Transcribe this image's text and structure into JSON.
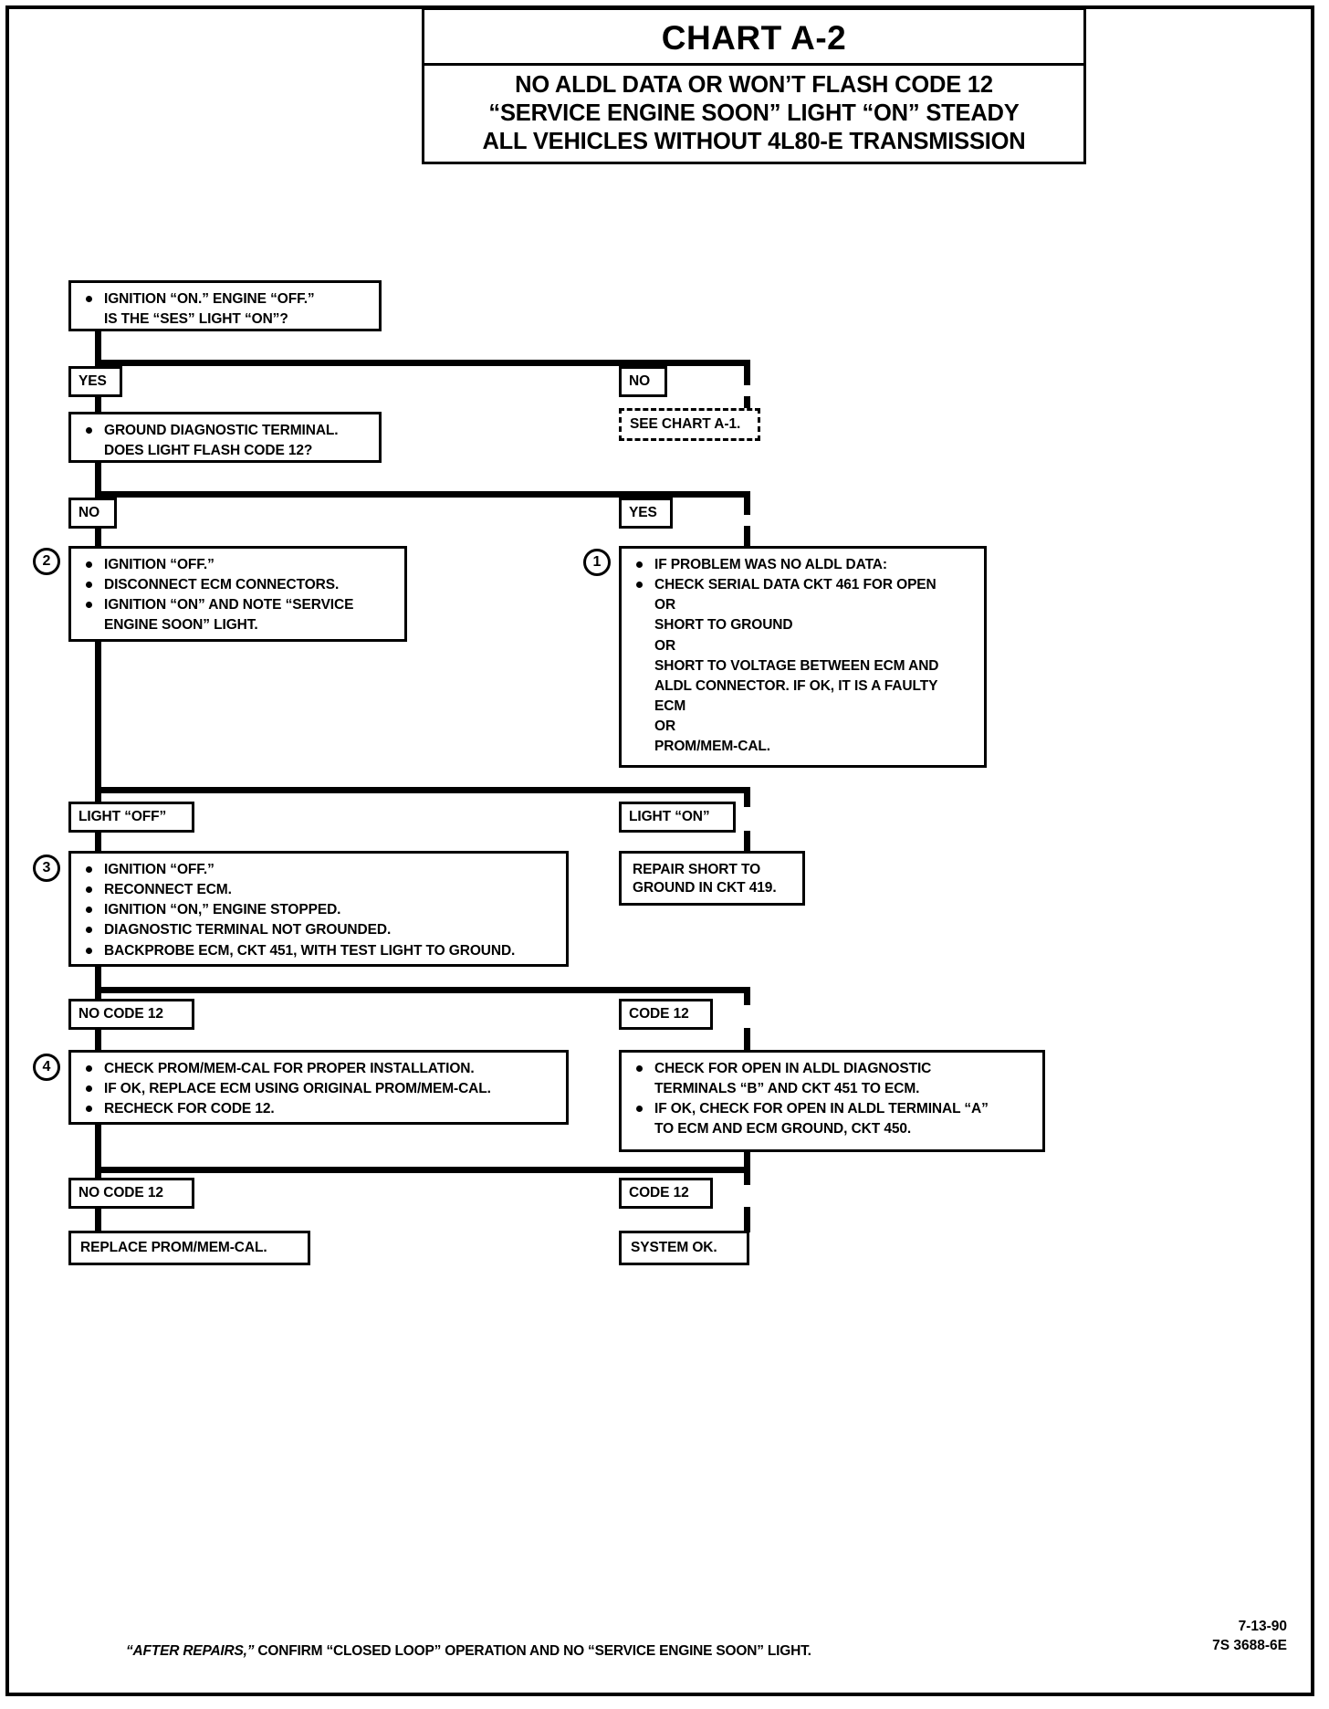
{
  "chart": {
    "title": "CHART A-2",
    "subtitle_lines": [
      "NO ALDL DATA OR WON’T FLASH CODE 12",
      "“SERVICE ENGINE SOON” LIGHT “ON” STEADY",
      "ALL VEHICLES WITHOUT 4L80-E TRANSMISSION"
    ]
  },
  "steps": {
    "q1": {
      "lines": [
        "IGNITION “ON.”  ENGINE “OFF.”",
        "IS THE “SES” LIGHT “ON”?"
      ]
    },
    "q2": {
      "lines": [
        "GROUND DIAGNOSTIC TERMINAL.",
        "DOES LIGHT FLASH CODE 12?"
      ]
    },
    "see_chart": {
      "text": "SEE CHART A-1."
    },
    "box2": {
      "number": "2",
      "bullets": [
        "IGNITION “OFF.”",
        "DISCONNECT ECM CONNECTORS.",
        "IGNITION “ON” AND NOTE “SERVICE"
      ],
      "cont": "ENGINE SOON” LIGHT."
    },
    "box1": {
      "number": "1",
      "bullets": [
        "IF PROBLEM WAS NO ALDL DATA:",
        "CHECK SERIAL DATA CKT 461 FOR OPEN"
      ],
      "cont_lines": [
        "OR",
        "SHORT TO GROUND",
        "OR",
        "SHORT TO VOLTAGE BETWEEN ECM AND",
        "ALDL CONNECTOR.  IF OK, IT IS A FAULTY",
        "ECM",
        "OR",
        "PROM/MEM-CAL."
      ]
    },
    "box3": {
      "number": "3",
      "bullets": [
        "IGNITION “OFF.”",
        "RECONNECT ECM.",
        "IGNITION “ON,” ENGINE STOPPED.",
        "DIAGNOSTIC TERMINAL NOT GROUNDED.",
        "BACKPROBE ECM, CKT 451, WITH TEST LIGHT TO GROUND."
      ]
    },
    "repair_short": {
      "lines": [
        "REPAIR SHORT TO",
        "GROUND IN CKT 419."
      ]
    },
    "box4": {
      "number": "4",
      "bullets": [
        "CHECK PROM/MEM-CAL FOR PROPER INSTALLATION.",
        "IF OK, REPLACE ECM USING ORIGINAL PROM/MEM-CAL.",
        "RECHECK FOR CODE 12."
      ]
    },
    "box_code12": {
      "bullets": [
        "CHECK FOR OPEN IN ALDL DIAGNOSTIC",
        "IF OK, CHECK FOR OPEN IN ALDL TERMINAL “A”"
      ],
      "cont1": "TERMINALS “B” AND CKT 451 TO ECM.",
      "cont2": "TO ECM AND ECM GROUND, CKT 450."
    },
    "replace_prom": {
      "text": "REPLACE PROM/MEM-CAL."
    },
    "system_ok": {
      "text": "SYSTEM OK."
    }
  },
  "tags": {
    "yes1": "YES",
    "no1": "NO",
    "no2": "NO",
    "yes2": "YES",
    "light_off": "LIGHT “OFF”",
    "light_on": "LIGHT “ON”",
    "no_code12_a": "NO CODE 12",
    "code12_a": "CODE 12",
    "no_code12_b": "NO CODE 12",
    "code12_b": "CODE 12"
  },
  "footer": {
    "note_italic": "“AFTER REPAIRS,”",
    "note_rest": " CONFIRM “CLOSED LOOP” OPERATION AND NO “SERVICE ENGINE SOON” LIGHT.",
    "date": "7-13-90",
    "code": "7S 3688-6E"
  }
}
